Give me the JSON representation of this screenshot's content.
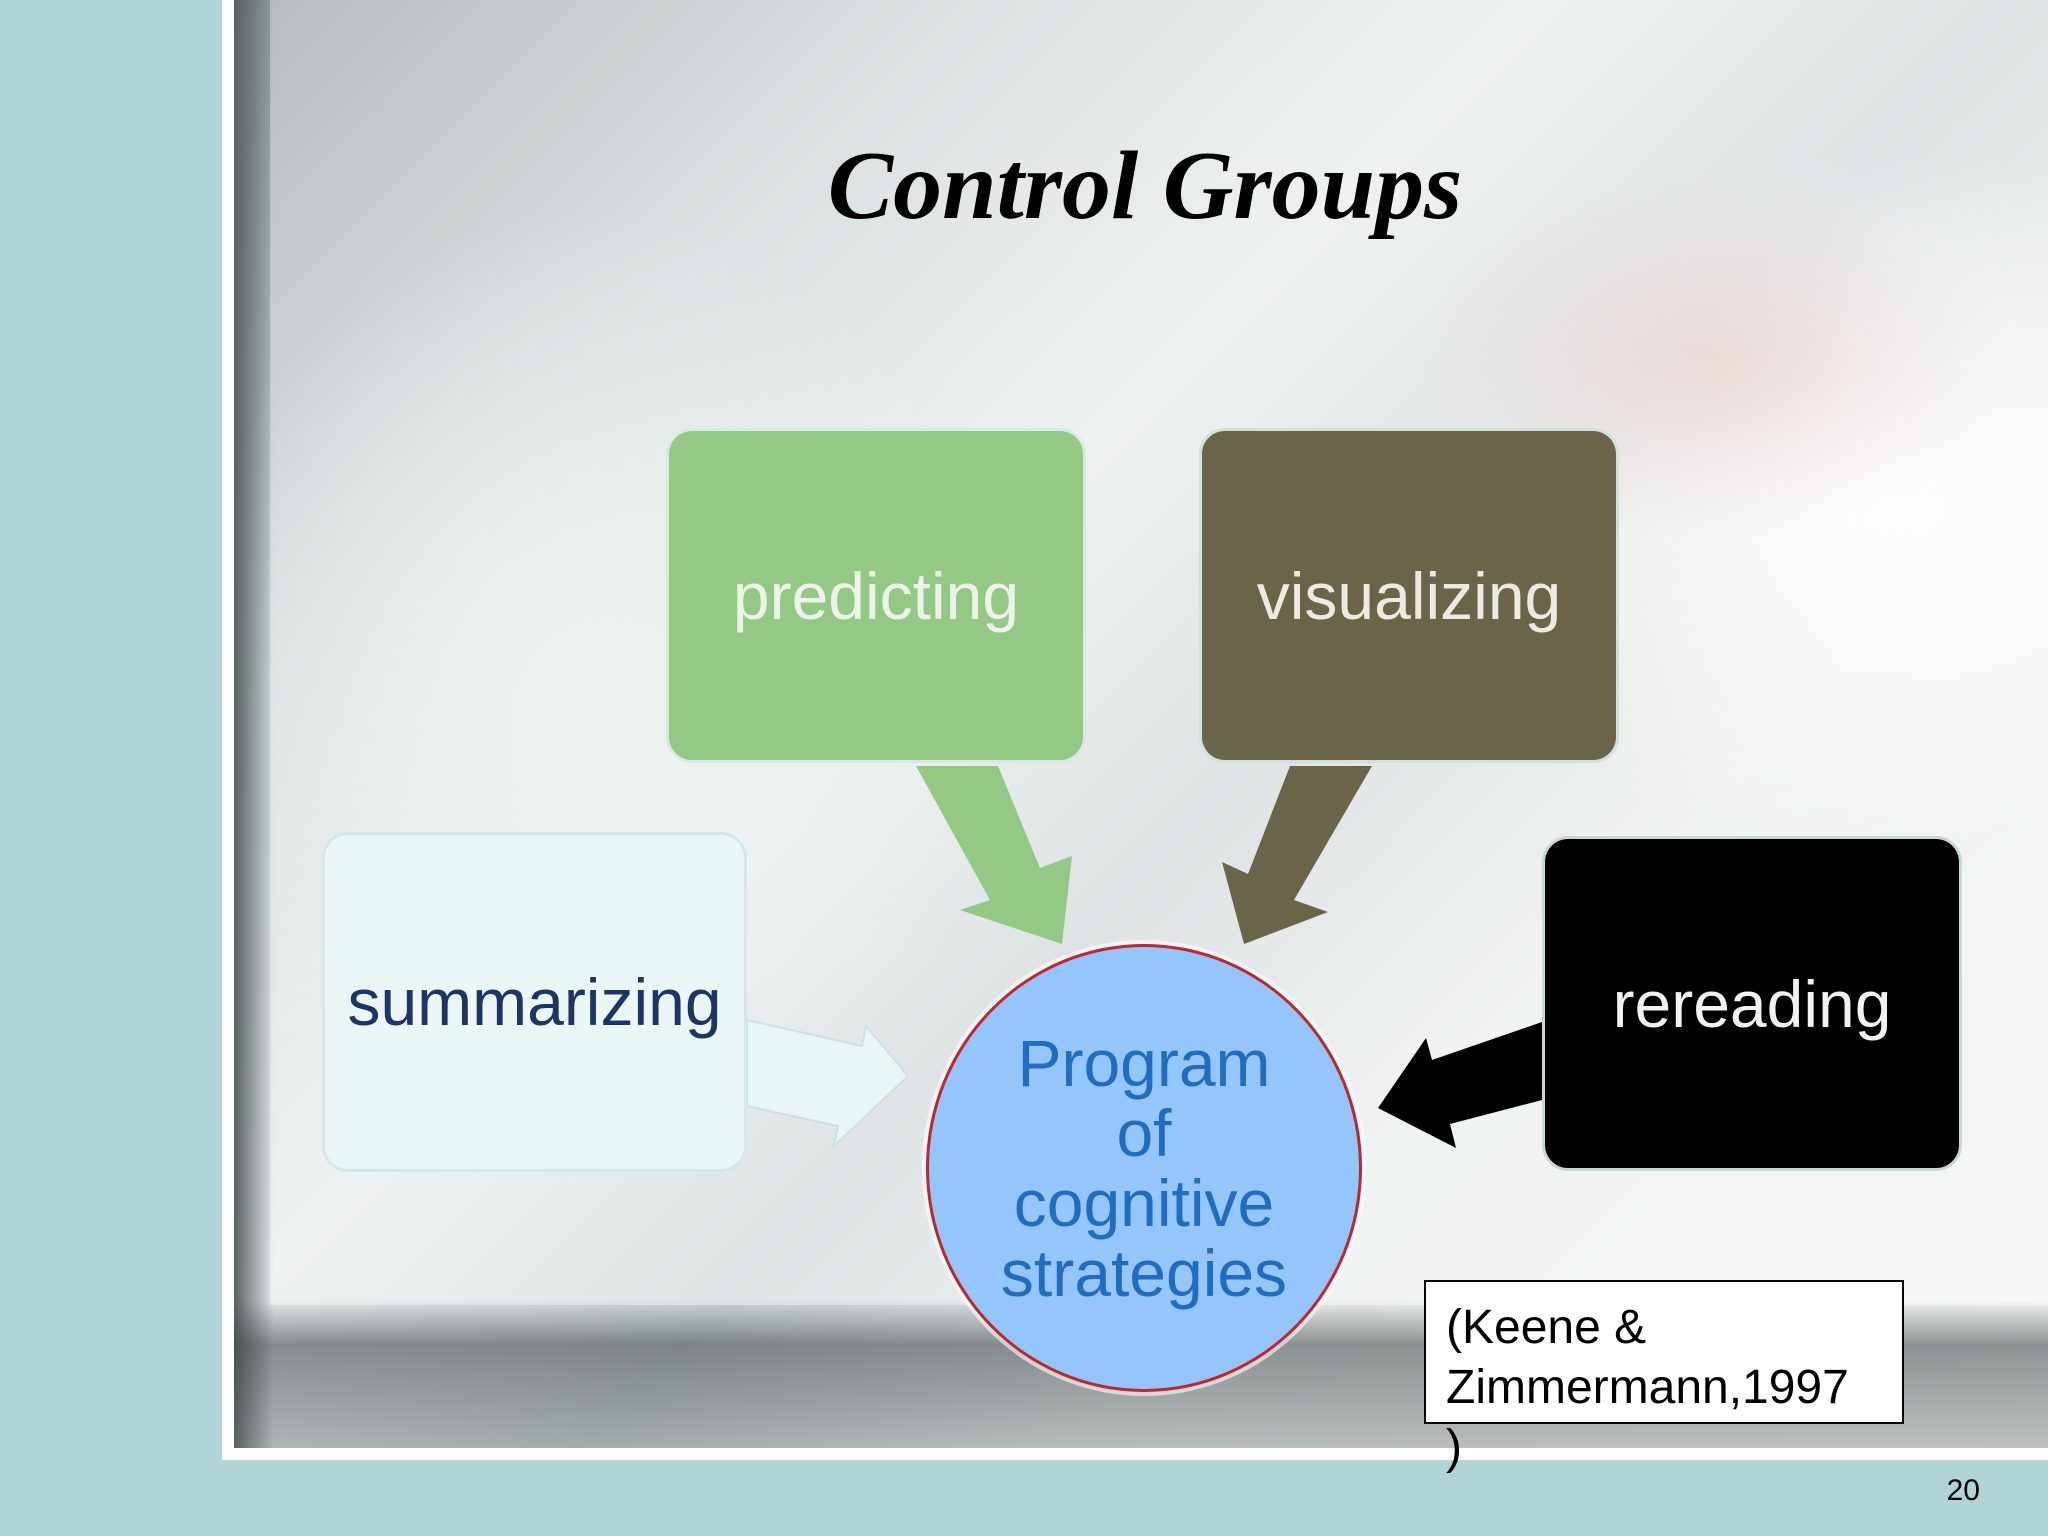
{
  "slide": {
    "title": "Control Groups",
    "page_number": "20"
  },
  "diagram": {
    "nodes": {
      "predicting": "predicting",
      "visualizing": "visualizing",
      "summarizing": "summarizing",
      "rereading": "rereading",
      "center": "Program of cognitive strategies"
    },
    "edges": [
      {
        "from": "predicting",
        "to": "center"
      },
      {
        "from": "visualizing",
        "to": "center"
      },
      {
        "from": "summarizing",
        "to": "center"
      },
      {
        "from": "rereading",
        "to": "center"
      }
    ],
    "colors": {
      "predicting": "#93c985",
      "visualizing": "#6a6548",
      "summarizing": "#eaf7f6",
      "rereading": "#000000",
      "center": "#94c5fb"
    }
  },
  "citation": {
    "line1": "(Keene &",
    "line2": "Zimmermann,1997",
    "line3": ")"
  }
}
